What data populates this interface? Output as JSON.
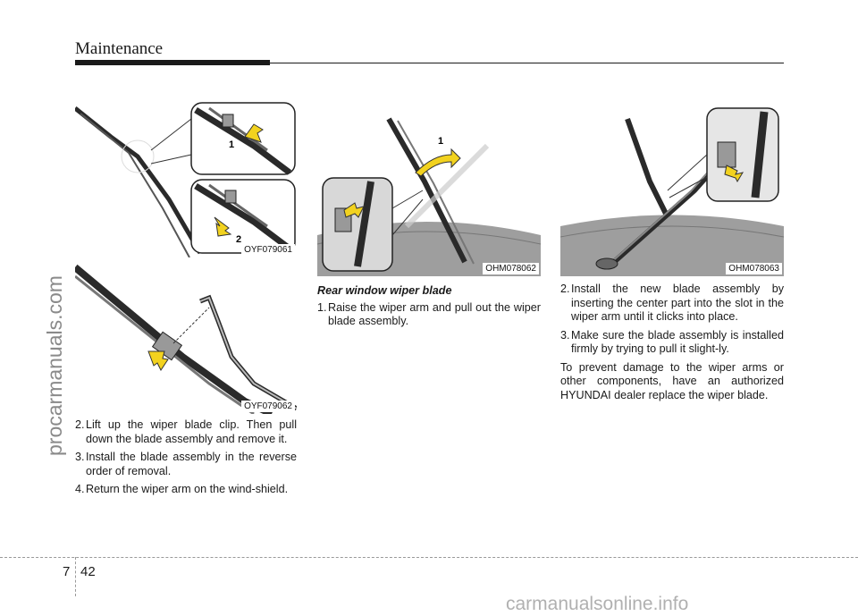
{
  "header": {
    "title": "Maintenance"
  },
  "watermark": {
    "side": "procarmanuals.com",
    "bottom": "carmanualsonline.info"
  },
  "figures": {
    "fig1": {
      "code": "OYF079061",
      "callout1": "1",
      "callout2": "2"
    },
    "fig2": {
      "code": "OYF079062"
    },
    "fig3": {
      "code": "OHM078062",
      "callout1": "1"
    },
    "fig4": {
      "code": "OHM078063"
    }
  },
  "col1": {
    "steps": [
      {
        "num": "2.",
        "text": "Lift up the wiper blade clip. Then pull down the blade assembly and remove it."
      },
      {
        "num": "3.",
        "text": "Install the blade assembly in the reverse order of removal."
      },
      {
        "num": "4.",
        "text": "Return the wiper arm on the wind-shield."
      }
    ]
  },
  "col2": {
    "heading": "Rear window wiper blade",
    "steps": [
      {
        "num": "1.",
        "text": "Raise the wiper arm and pull out the wiper blade assembly."
      }
    ]
  },
  "col3": {
    "steps": [
      {
        "num": "2.",
        "text": "Install the new blade assembly by inserting the center part into the slot in the wiper arm until it clicks into place."
      },
      {
        "num": "3.",
        "text": "Make sure the blade assembly is installed firmly by trying to pull it slight-ly."
      }
    ],
    "note": "To prevent damage to the wiper arms or other components, have an authorized HYUNDAI dealer replace the wiper blade."
  },
  "footer": {
    "chapter": "7",
    "page": "42"
  },
  "colors": {
    "arrow": "#f2d21f",
    "glass": "#b9b9b9",
    "dark": "#2a2a2a"
  }
}
